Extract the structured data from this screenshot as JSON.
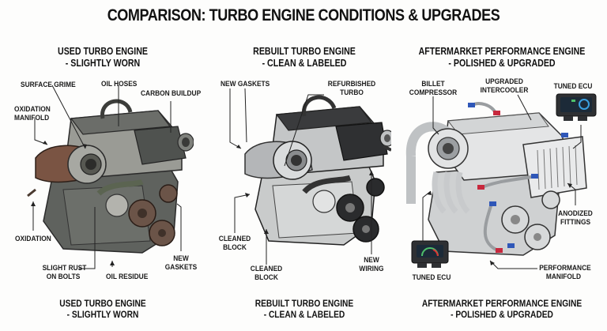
{
  "title": "COMPARISON: TURBO ENGINE CONDITIONS & UPGRADES",
  "panels": [
    {
      "heading_line1": "USED TURBO ENGINE",
      "heading_line2": "- SLIGHTLY WORN",
      "footer_line1": "USED TURBO ENGINE",
      "footer_line2": "- SLIGHTLY WORN",
      "condition": "worn",
      "colors": {
        "body": "#8e8f8a",
        "dark": "#4d4f4c",
        "cover": "#5d605c",
        "rust": "#7a5443",
        "pulley": "#6b5448"
      },
      "labels": {
        "surface_grime": "SURFACE GRIME",
        "oil_hoses": "OIL HOSES",
        "carbon_buildup": "CARBON BUILDUP",
        "oxidation_manifold_1": "OXIDATION",
        "oxidation_manifold_2": "MANIFOLD",
        "oxidation": "OXIDATION",
        "slight_rust_1": "SLIGHT RUST",
        "slight_rust_2": "ON BOLTS",
        "oil_residue": "OIL RESIDUE",
        "new_gaskets_1": "NEW",
        "new_gaskets_2": "GASKETS"
      }
    },
    {
      "heading_line1": "REBUILT TURBO ENGINE",
      "heading_line2": "- CLEAN & LABELED",
      "footer_line1": "REBUILT TURBO ENGINE",
      "footer_line2": "- CLEAN & LABELED",
      "condition": "clean",
      "colors": {
        "body": "#c9cbcb",
        "dark": "#3a3b3d",
        "cover": "#2f3032",
        "rust": "#a9abad",
        "pulley": "#2a2b2d"
      },
      "labels": {
        "new_gaskets": "NEW GASKETS",
        "refurbished_turbo_1": "REFURBISHED",
        "refurbished_turbo_2": "TURBO",
        "cleaned_block_a_1": "CLEANED",
        "cleaned_block_a_2": "BLOCK",
        "cleaned_block_b_1": "CLEANED",
        "cleaned_block_b_2": "BLOCK",
        "new_wiring_1": "NEW",
        "new_wiring_2": "WIRING"
      }
    },
    {
      "heading_line1": "AFTERMARKET PERFORMANCE ENGINE",
      "heading_line2": "- POLISHED & UPGRADED",
      "footer_line1": "AFTERMARKET PERFORMANCE ENGINE",
      "footer_line2": "- POLISHED & UPGRADED",
      "condition": "upgraded",
      "colors": {
        "body": "#dcdede",
        "dark": "#8a8d90",
        "cover": "#e8e9ea",
        "hose_blue": "#2f57b8",
        "hose_red": "#c7283d",
        "ecu": "#2e3033",
        "ecu_screen": "#1c2a38"
      },
      "labels": {
        "billet_compressor_1": "BILLET",
        "billet_compressor_2": "COMPRESSOR",
        "upgraded_intercooler_1": "UPGRADED",
        "upgraded_intercooler_2": "INTERCOOLER",
        "tuned_ecu_top": "TUNED ECU",
        "tuned_ecu_bottom": "TUNED ECU",
        "anodized_fittings_1": "ANODIZED",
        "anodized_fittings_2": "FITTINGS",
        "performance_manifold_1": "PERFORMANCE",
        "performance_manifold_2": "MANIFOLD"
      }
    }
  ]
}
